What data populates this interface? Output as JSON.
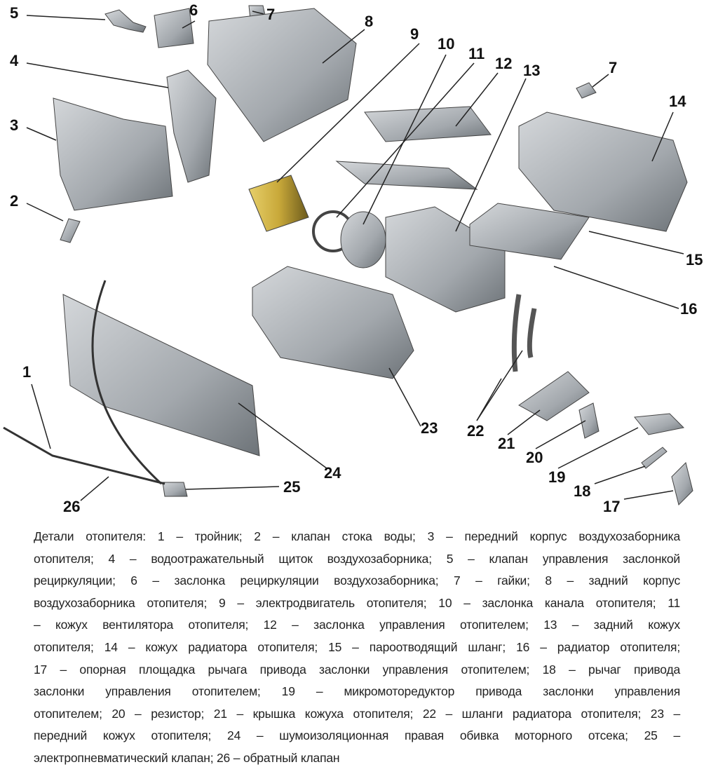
{
  "callouts": {
    "c1": "1",
    "c2": "2",
    "c3": "3",
    "c4": "4",
    "c5": "5",
    "c6": "6",
    "c7a": "7",
    "c7b": "7",
    "c8": "8",
    "c9": "9",
    "c10": "10",
    "c11": "11",
    "c12": "12",
    "c13": "13",
    "c14": "14",
    "c15": "15",
    "c16": "16",
    "c17": "17",
    "c18": "18",
    "c19": "19",
    "c20": "20",
    "c21": "21",
    "c22": "22",
    "c23": "23",
    "c24": "24",
    "c25": "25",
    "c26": "26"
  },
  "caption": {
    "lines": [
      "Детали отопителя: 1 – тройник; 2 – клапан стока воды; 3 – передний корпус воздухозаборника",
      "отопителя; 4 – водоотражательный щиток воздухозаборника; 5 – клапан управления заслонкой",
      "рециркуляции; 6 – заслонка рециркуляции воздухозаборника; 7 – гайки; 8 – задний корпус",
      "воздухозаборника отопителя; 9 – электродвигатель отопителя; 10 – заслонка канала отопителя; 11",
      "– кожух вентилятора отопителя; 12 – заслонка управления отопителем; 13 – задний кожух",
      "отопителя; 14 – кожух радиатора отопителя; 15 – пароотводящий шланг; 16 – радиатор отопителя;",
      "17 – опорная площадка рычага привода заслонки управления отопителем; 18 – рычаг привода",
      "заслонки управления отопителем; 19 – микромоторедуктор привода заслонки управления",
      "отопителем; 20 – резистор; 21 – крышка кожуха отопителя; 22 – шланги радиатора отопителя; 23 –",
      "передний кожух отопителя; 24 – шумоизоляционная правая обивка моторного отсека; 25 –",
      "электропневматический клапан; 26 – обратный клапан"
    ]
  },
  "colors": {
    "part": "#a9adb1",
    "part_dark": "#6f7479",
    "motor": "#c9a93a",
    "text": "#222222"
  }
}
